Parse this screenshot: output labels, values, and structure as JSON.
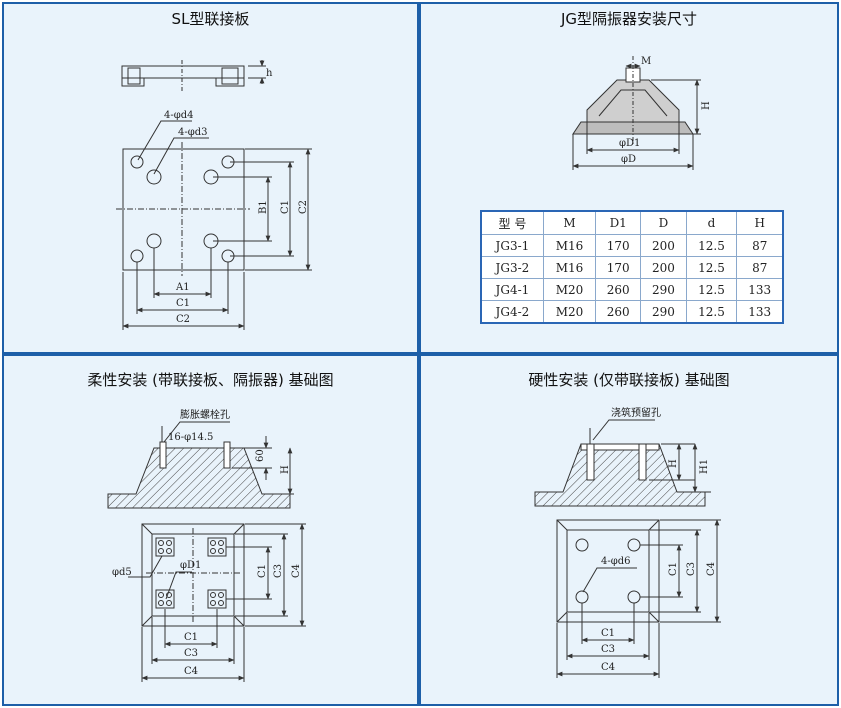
{
  "colors": {
    "panel_bg": "#e9f3fb",
    "frame": "#1d5fa8",
    "line": "#333333"
  },
  "panels": {
    "sl": {
      "title": "SL型联接板",
      "labels": {
        "h": "h",
        "d4": "4-φd4",
        "d3": "4-φd3",
        "b1": "B1",
        "c1v": "C1",
        "c2v": "C2",
        "a1": "A1",
        "c1h": "C1",
        "c2h": "C2"
      }
    },
    "jg": {
      "title": "JG型隔振器安装尺寸",
      "labels": {
        "m": "M",
        "h": "H",
        "d1": "φD1",
        "d": "φD"
      },
      "table": {
        "headers": [
          "型  号",
          "M",
          "D1",
          "D",
          "d",
          "H"
        ],
        "rows": [
          [
            "JG3-1",
            "M16",
            "170",
            "200",
            "12.5",
            "87"
          ],
          [
            "JG3-2",
            "M16",
            "170",
            "200",
            "12.5",
            "87"
          ],
          [
            "JG4-1",
            "M20",
            "260",
            "290",
            "12.5",
            "133"
          ],
          [
            "JG4-2",
            "M20",
            "260",
            "290",
            "12.5",
            "133"
          ]
        ]
      }
    },
    "flex": {
      "title": "柔性安装 (带联接板、隔振器) 基础图",
      "labels": {
        "hole_note": "膨胀螺栓孔",
        "holes": "16-φ14.5",
        "v60": "60",
        "h": "H",
        "d5": "φd5",
        "d1": "φD1",
        "c1v": "C1",
        "c3v": "C3",
        "c4v": "C4",
        "c1h": "C1",
        "c3h": "C3",
        "c4h": "C4"
      }
    },
    "rigid": {
      "title": "硬性安装 (仅带联接板) 基础图",
      "labels": {
        "hole_note": "浇筑预留孔",
        "h": "H",
        "h1": "H1",
        "d6": "4-φd6",
        "c1v": "C1",
        "c3v": "C3",
        "c4v": "C4",
        "c1h": "C1",
        "c3h": "C3",
        "c4h": "C4"
      }
    }
  }
}
